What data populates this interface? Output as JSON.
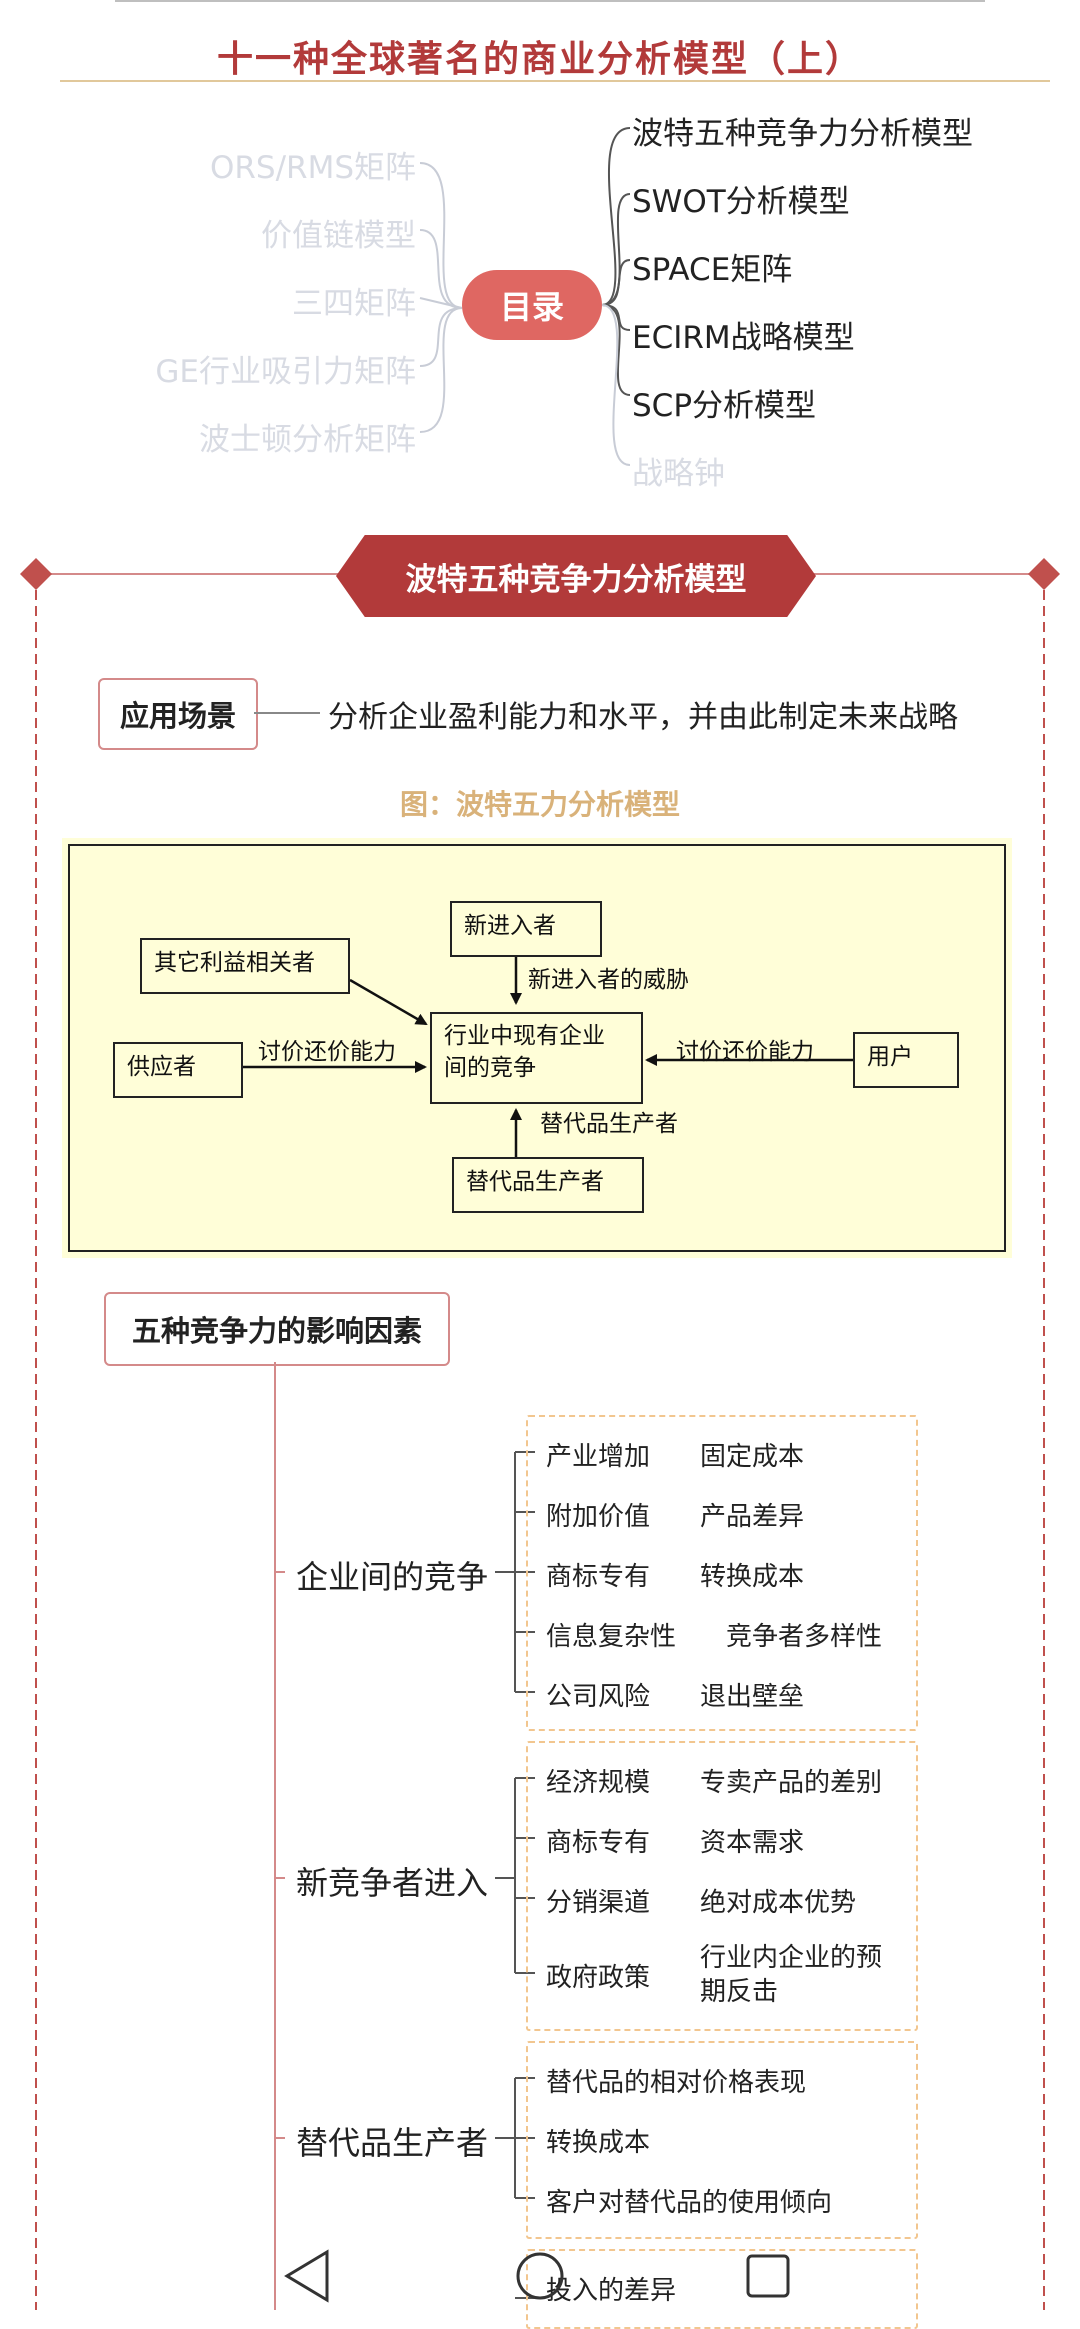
{
  "title": "十一种全球著名的商业分析模型（上）",
  "toc": {
    "center": "目录",
    "right": [
      "波特五种竞争力分析模型",
      "SWOT分析模型",
      "SPACE矩阵",
      "ECIRM战略模型",
      "SCP分析模型",
      "战略钟"
    ],
    "left": [
      "ORS/RMS矩阵",
      "价值链模型",
      "三四矩阵",
      "GE行业吸引力矩阵",
      "波士顿分析矩阵"
    ]
  },
  "section": {
    "banner": "波特五种竞争力分析模型",
    "scenario_label": "应用场景",
    "scenario_text": "分析企业盈利能力和水平，并由此制定未来战略",
    "figure_caption": "图：波特五力分析模型"
  },
  "diagram": {
    "new_entrants": "新进入者",
    "stakeholders": "其它利益相关者",
    "center_line1": "行业中现有企业",
    "center_line2": "间的竞争",
    "suppliers": "供应者",
    "users": "用户",
    "substitutes": "替代品生产者",
    "label_entrant_threat": "新进入者的威胁",
    "label_bargain_left": "讨价还价能力",
    "label_bargain_right": "讨价还价能力",
    "label_substitute": "替代品生产者"
  },
  "factors": {
    "title": "五种竞争力的影响因素",
    "groups": [
      {
        "name": "企业间的竞争",
        "rows": [
          [
            "产业增加",
            "固定成本"
          ],
          [
            "附加价值",
            "产品差异"
          ],
          [
            "商标专有",
            "转换成本"
          ],
          [
            "信息复杂性",
            "竞争者多样性"
          ],
          [
            "公司风险",
            "退出壁垒"
          ]
        ]
      },
      {
        "name": "新竞争者进入",
        "rows": [
          [
            "经济规模",
            "专卖产品的差别"
          ],
          [
            "商标专有",
            "资本需求"
          ],
          [
            "分销渠道",
            "绝对成本优势"
          ],
          [
            "政府政策",
            "行业内企业的预期反击"
          ]
        ]
      },
      {
        "name": "替代品生产者",
        "rows": [
          [
            "替代品的相对价格表现"
          ],
          [
            "转换成本"
          ],
          [
            "客户对替代品的使用倾向"
          ]
        ]
      },
      {
        "name": "",
        "rows": [
          [
            "投入的差异"
          ]
        ]
      }
    ]
  },
  "colors": {
    "accent": "#b23a3a",
    "pill": "#df6762",
    "dashed": "#f2c68f",
    "diagram_bg": "#fffed8"
  }
}
